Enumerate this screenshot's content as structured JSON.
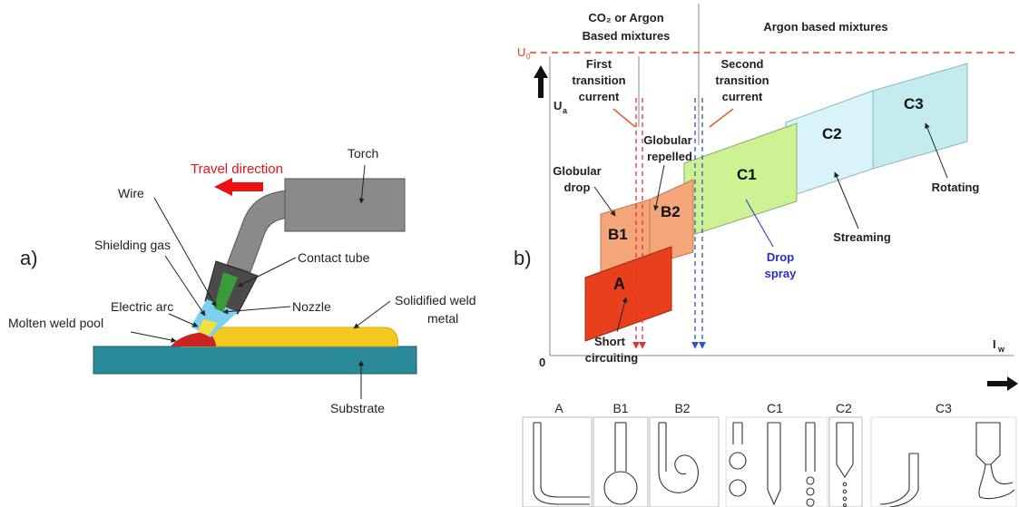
{
  "panel_a": {
    "panel_label": "a)",
    "travel_direction": "Travel direction",
    "labels": {
      "torch": "Torch",
      "wire": "Wire",
      "shielding_gas": "Shielding gas",
      "contact_tube": "Contact tube",
      "electric_arc": "Electric arc",
      "nozzle": "Nozzle",
      "molten_weld_pool": "Molten weld pool",
      "solidified_line1": "Solidified weld",
      "solidified_line2": "metal",
      "substrate": "Substrate"
    },
    "colors": {
      "travel_arrow": "#ee1111",
      "torch": "#8a8a8a",
      "substrate": "#2a8a9a",
      "weld_bead": "#f5c81e",
      "molten_pool": "#cc2222",
      "shielding_gas": "#7fd0f0"
    }
  },
  "panel_b": {
    "panel_label": "b)",
    "header_left_line1": "CO₂ or Argon",
    "header_left_line2": "Based mixtures",
    "header_right": "Argon based mixtures",
    "u0_label": "U",
    "u0_sub": "0",
    "ua_label": "U",
    "ua_sub": "a",
    "iw_label": "I",
    "iw_sub": "w",
    "origin": "0",
    "first_transition": [
      "First",
      "transition",
      "current"
    ],
    "second_transition": [
      "Second",
      "transition",
      "current"
    ],
    "regions": [
      {
        "id": "A",
        "color": "#e8401c"
      },
      {
        "id": "B1",
        "color": "#f4a57a"
      },
      {
        "id": "B2",
        "color": "#f4a57a"
      },
      {
        "id": "C1",
        "color": "#ccf294"
      },
      {
        "id": "C2",
        "color": "#d8f4f8"
      },
      {
        "id": "C3",
        "color": "#c4ecef"
      }
    ],
    "annotations": {
      "globular_drop_1": "Globular",
      "globular_drop_2": "drop",
      "globular_repelled_1": "Globular",
      "globular_repelled_2": "repelled",
      "drop_spray_1": "Drop",
      "drop_spray_2": "spray",
      "streaming": "Streaming",
      "rotating": "Rotating",
      "short_circ_1": "Short",
      "short_circ_2": "circuiting"
    },
    "colors": {
      "u0_line": "#e8401c",
      "first_transition": "#e83030",
      "second_transition": "#3050d0",
      "drop_spray": "#2a2ad0"
    }
  },
  "strip": {
    "labels": [
      "A",
      "B1",
      "B2",
      "C1",
      "C2",
      "C3"
    ]
  }
}
